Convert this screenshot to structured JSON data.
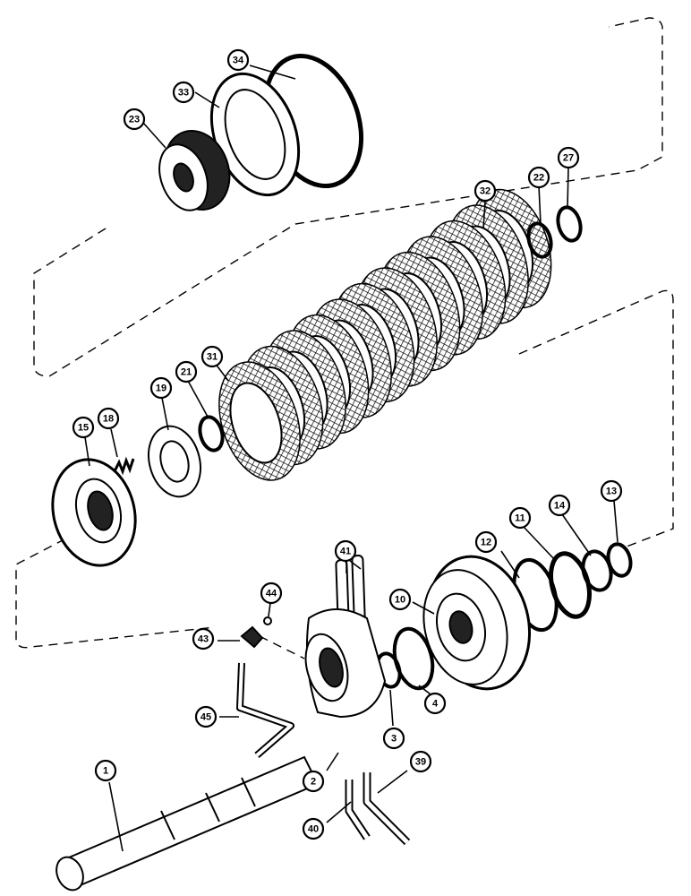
{
  "callouts": [
    {
      "id": "c34",
      "label": "34"
    },
    {
      "id": "c33",
      "label": "33"
    },
    {
      "id": "c23",
      "label": "23"
    },
    {
      "id": "c32",
      "label": "32"
    },
    {
      "id": "c22",
      "label": "22"
    },
    {
      "id": "c27",
      "label": "27"
    },
    {
      "id": "c31",
      "label": "31"
    },
    {
      "id": "c21",
      "label": "21"
    },
    {
      "id": "c19",
      "label": "19"
    },
    {
      "id": "c18",
      "label": "18"
    },
    {
      "id": "c15",
      "label": "15"
    },
    {
      "id": "c41",
      "label": "41"
    },
    {
      "id": "c44",
      "label": "44"
    },
    {
      "id": "c43",
      "label": "43"
    },
    {
      "id": "c12",
      "label": "12"
    },
    {
      "id": "c11",
      "label": "11"
    },
    {
      "id": "c14",
      "label": "14"
    },
    {
      "id": "c13",
      "label": "13"
    },
    {
      "id": "c10",
      "label": "10"
    },
    {
      "id": "c45",
      "label": "45"
    },
    {
      "id": "c4",
      "label": "4"
    },
    {
      "id": "c3",
      "label": "3"
    },
    {
      "id": "c2",
      "label": "2"
    },
    {
      "id": "c39",
      "label": "39"
    },
    {
      "id": "c1",
      "label": "1"
    },
    {
      "id": "c40",
      "label": "40"
    }
  ]
}
